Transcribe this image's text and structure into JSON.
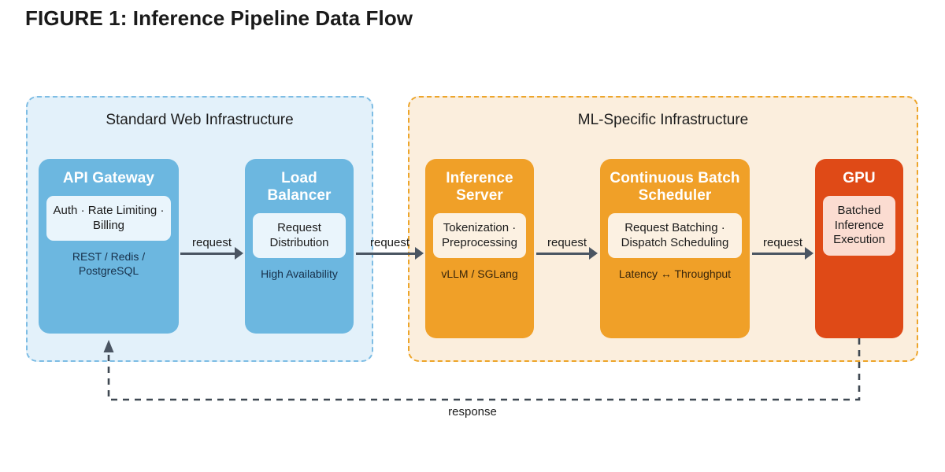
{
  "figure": {
    "title": "FIGURE 1: Inference Pipeline Data Flow"
  },
  "groups": [
    {
      "id": "standard-web",
      "title": "Standard Web Infrastructure",
      "accent": "#7ebde4",
      "background": "#e3f1fa"
    },
    {
      "id": "ml-specific",
      "title": "ML-Specific Infrastructure",
      "accent": "#eda52a",
      "background": "#fbeedd"
    }
  ],
  "nodes": [
    {
      "id": "api-gateway",
      "title": "API Gateway",
      "detail": "Auth · Rate Limiting · Billing",
      "footer": "REST / Redis / PostgreSQL",
      "color": "#6cb7e0"
    },
    {
      "id": "load-balancer",
      "title": "Load Balancer",
      "detail": "Request Distribution",
      "footer": "High Availability",
      "color": "#6cb7e0"
    },
    {
      "id": "inference-server",
      "title": "Inference Server",
      "detail": "Tokenization · Preprocessing",
      "footer": "vLLM / SGLang",
      "color": "#f0a028"
    },
    {
      "id": "batch-scheduler",
      "title": "Continuous Batch Scheduler",
      "detail": "Request Batching · Dispatch Scheduling",
      "footer": "Latency ↔ Throughput",
      "color": "#f0a028"
    },
    {
      "id": "gpu",
      "title": "GPU",
      "detail": "Batched Inference Execution",
      "footer": "",
      "color": "#df4a17"
    }
  ],
  "edges": {
    "request_1": "request",
    "request_2": "request",
    "request_3": "request",
    "request_4": "request",
    "response": "response",
    "arrow_color": "#4a5562",
    "response_color": "#3f4852"
  }
}
